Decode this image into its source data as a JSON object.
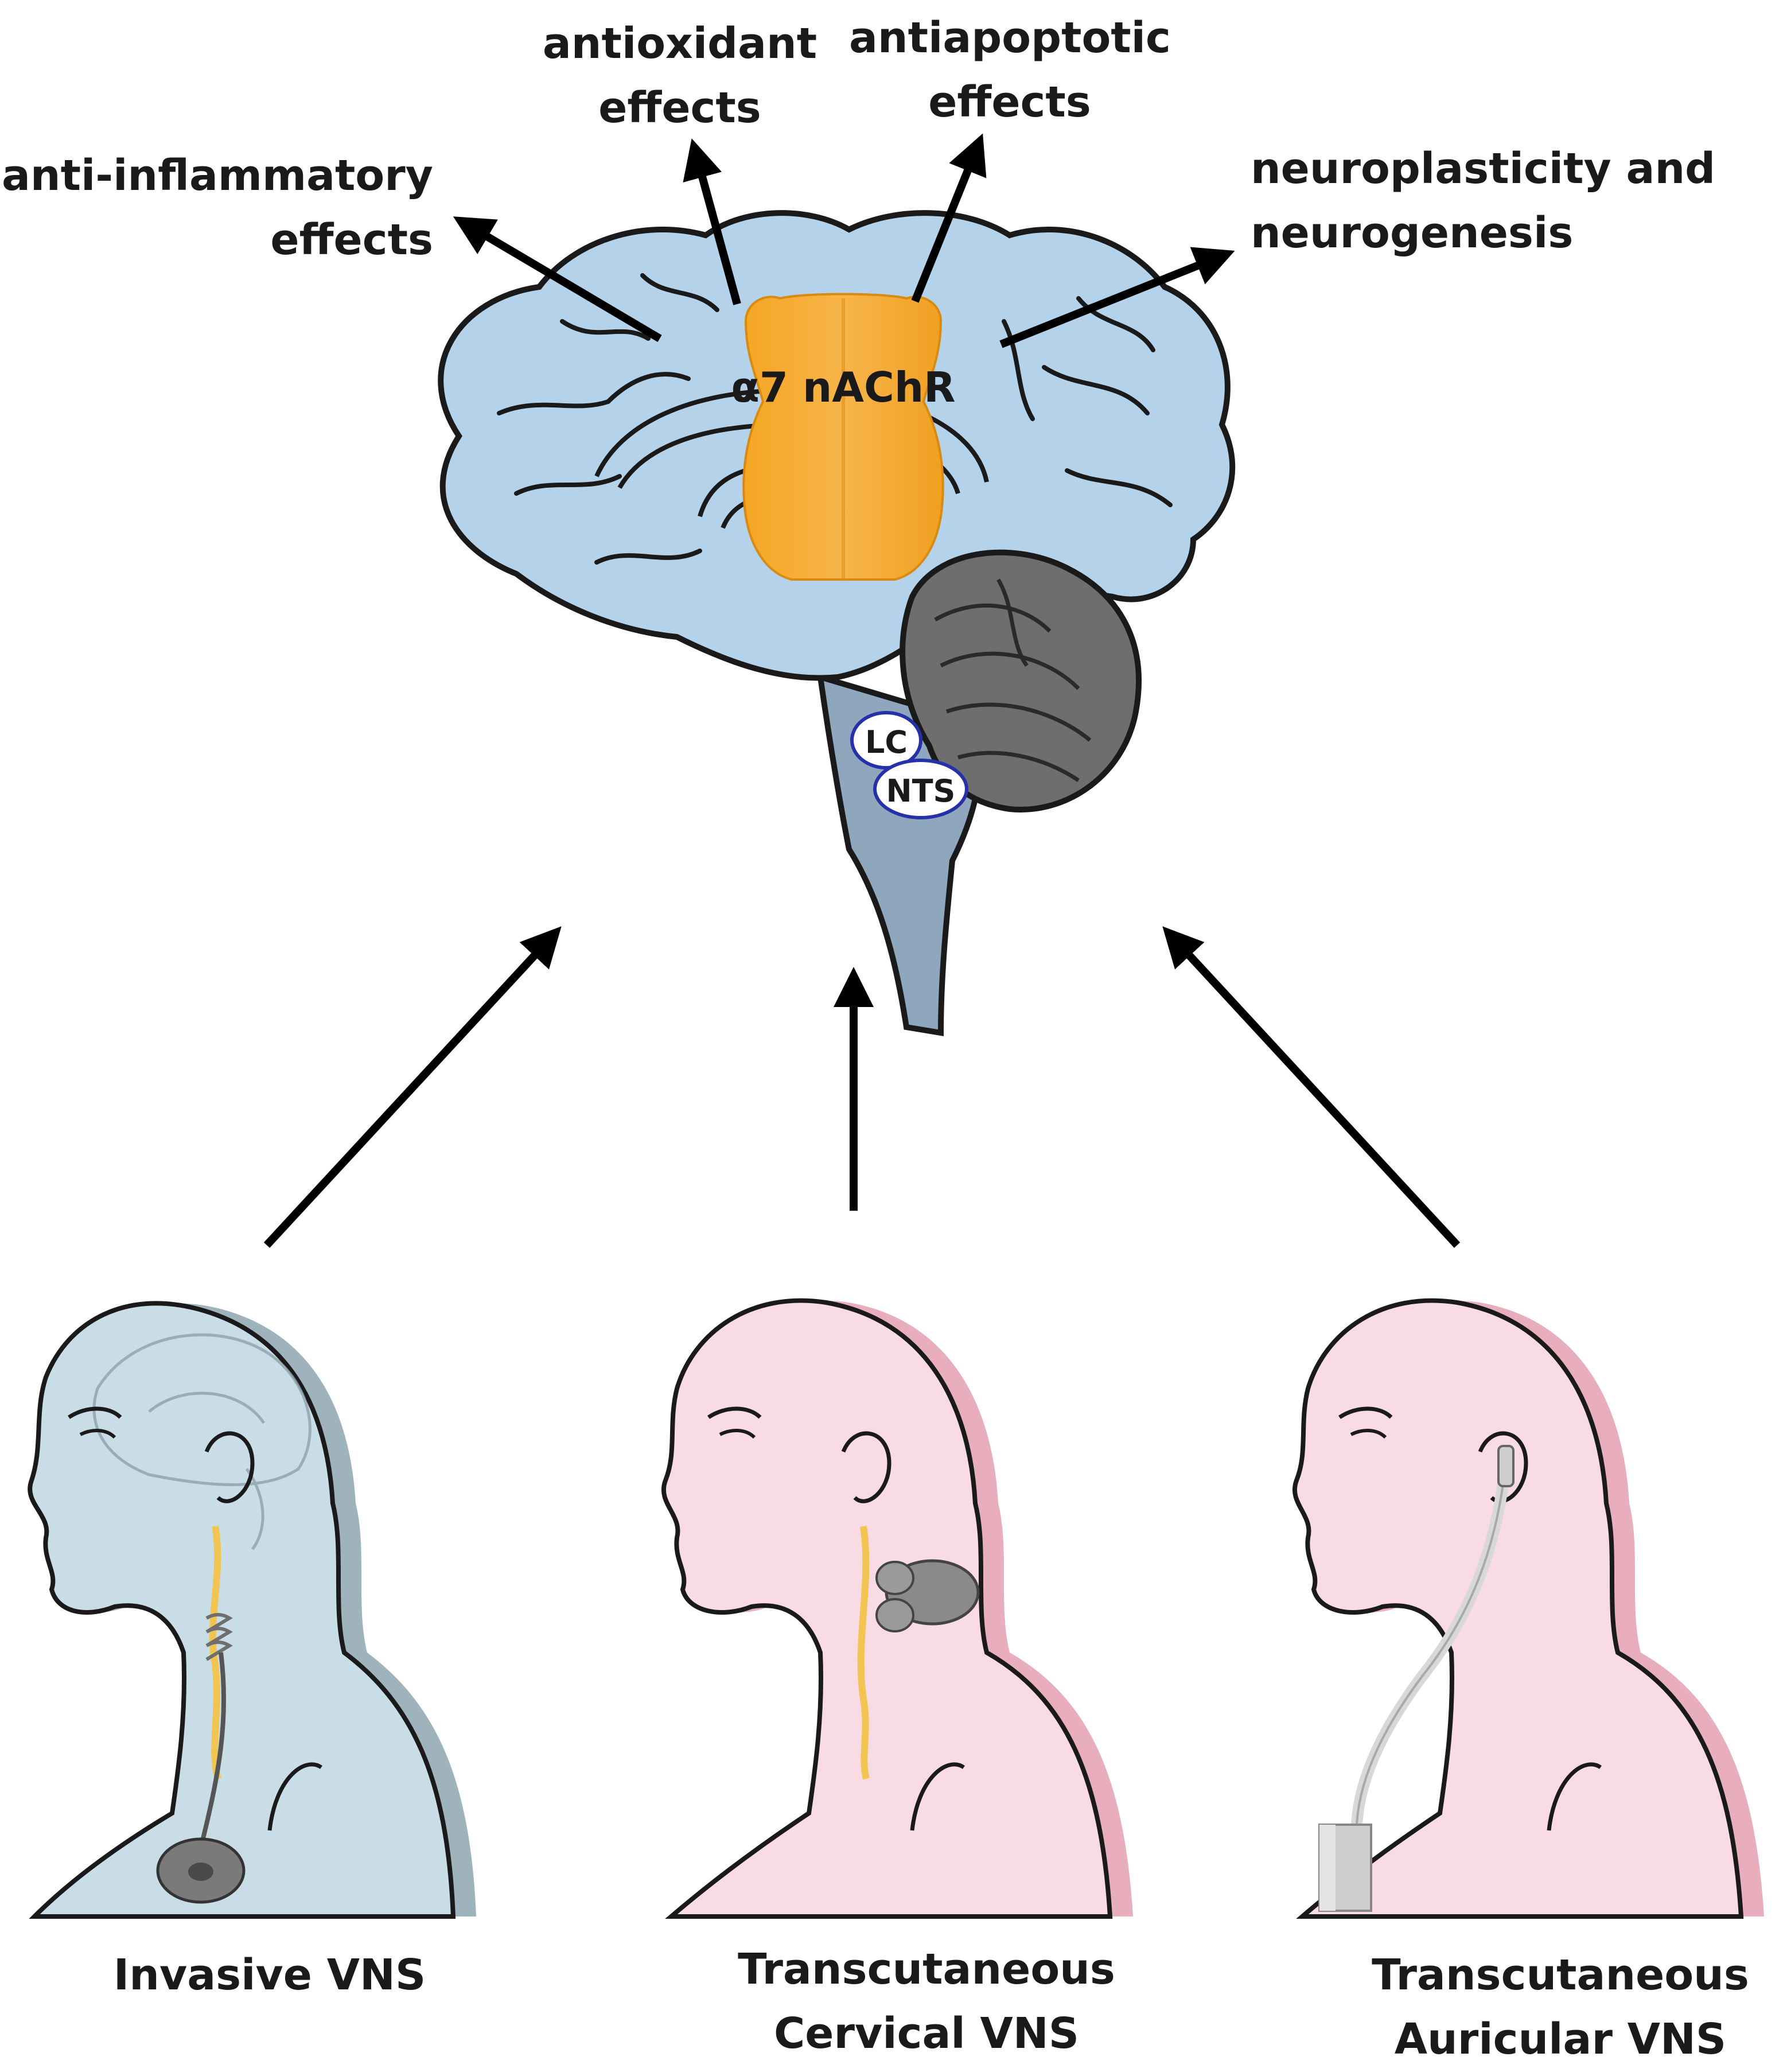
{
  "effects": {
    "anti_inflammatory": [
      "anti-inflammatory",
      "effects"
    ],
    "antioxidant": [
      "antioxidant",
      "effects"
    ],
    "antiapoptotic": [
      "antiapoptotic",
      "effects"
    ],
    "neuroplasticity": [
      "neuroplasticity and",
      "neurogenesis"
    ]
  },
  "brain": {
    "receptor_label": "α7 nAChR",
    "lc_label": "LC",
    "nts_label": "NTS"
  },
  "methods": {
    "invasive": [
      "Invasive VNS"
    ],
    "cervical": [
      "Transcutaneous",
      "Cervical VNS"
    ],
    "auricular": [
      "Transcutaneous",
      "Auricular VNS"
    ]
  },
  "colors": {
    "brain_fill": "#b4d3ea",
    "brainstem_fill": "#8fa7bd",
    "cerebellum_fill": "#6e6e6e",
    "receptor_fill": "#f5a623",
    "nucleus_stroke": "#2630a8",
    "skin_pink": "#f9dbe3",
    "skin_pink_shadow": "#e8aebd",
    "skin_blue": "#c9dde6",
    "skin_blue_shadow": "#9fb3bd",
    "nerve": "#f2c451",
    "device_grey": "#8a8a8a"
  }
}
